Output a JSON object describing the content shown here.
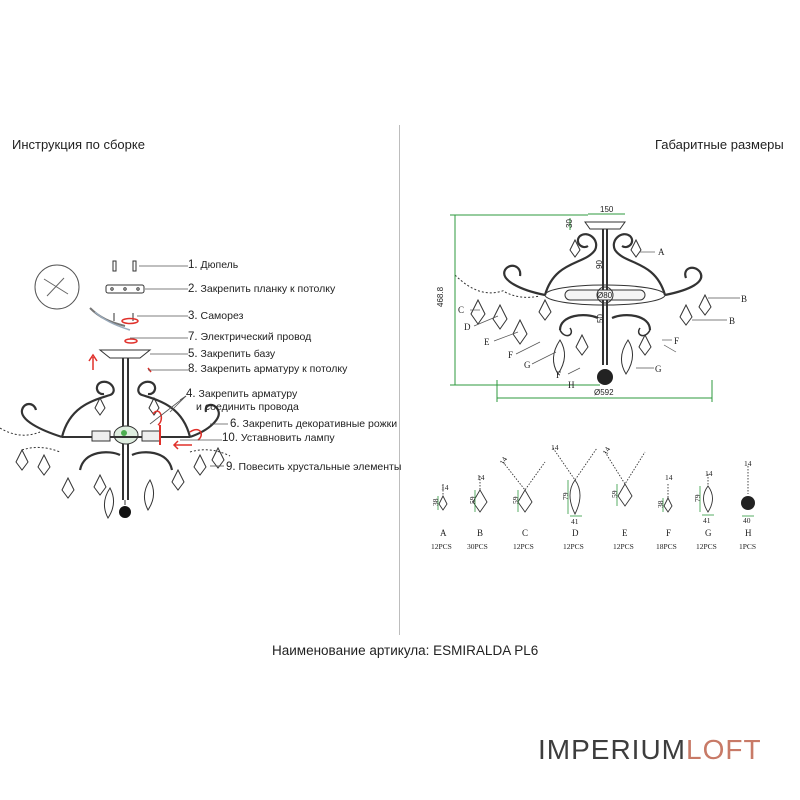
{
  "headings": {
    "assembly": "Инструкция по сборке",
    "dimensions": "Габаритные размеры"
  },
  "steps": [
    {
      "num": "1.",
      "text": "Дюпель"
    },
    {
      "num": "2.",
      "text": "Закрепить планку к потолку"
    },
    {
      "num": "3.",
      "text": "Саморез"
    },
    {
      "num": "7.",
      "text": "Электрический провод"
    },
    {
      "num": "5.",
      "text": "Закрепить базу"
    },
    {
      "num": "8.",
      "text": "Закрепить арматуру к потолку"
    },
    {
      "num": "4.",
      "text": "Закрепить арматуру"
    },
    {
      "num": "",
      "text": "и соединить провода"
    },
    {
      "num": "6.",
      "text": "Закрепить декоративные рожки"
    },
    {
      "num": "10.",
      "text": "Уставновить лампу"
    },
    {
      "num": "9.",
      "text": "Повесить хрустальные элементы"
    }
  ],
  "dimensions": {
    "top_width": "150",
    "top_height": "30",
    "stem": "90",
    "center": "Ø80",
    "lower": "50",
    "height": "468.8",
    "diameter": "Ø592",
    "labels": [
      "A",
      "B",
      "B",
      "C",
      "D",
      "E",
      "F",
      "F",
      "F",
      "G",
      "G",
      "H"
    ]
  },
  "parts": [
    {
      "letter": "A",
      "count": "12PCS",
      "w": "14",
      "h": "38"
    },
    {
      "letter": "B",
      "count": "30PCS",
      "w": "14",
      "h": "59"
    },
    {
      "letter": "C",
      "count": "12PCS",
      "w": "14",
      "h": "59"
    },
    {
      "letter": "D",
      "count": "12PCS",
      "w": "14",
      "h": "79",
      "b": "41"
    },
    {
      "letter": "E",
      "count": "12PCS",
      "w": "14",
      "h": "59"
    },
    {
      "letter": "F",
      "count": "18PCS",
      "w": "14",
      "h": "38"
    },
    {
      "letter": "G",
      "count": "12PCS",
      "w": "14",
      "h": "79",
      "b": "41"
    },
    {
      "letter": "H",
      "count": "1PCS",
      "w": "14",
      "b": "40"
    }
  ],
  "article": "Наименование артикула: ESMIRALDA PL6",
  "logo": {
    "part1": "IMPERIUM",
    "part2": "LOFT"
  },
  "colors": {
    "accent_red": "#e0302a",
    "dim_green": "#2e9a3e",
    "logo_gray": "#3d3d3d",
    "logo_rose": "#c87a67"
  }
}
